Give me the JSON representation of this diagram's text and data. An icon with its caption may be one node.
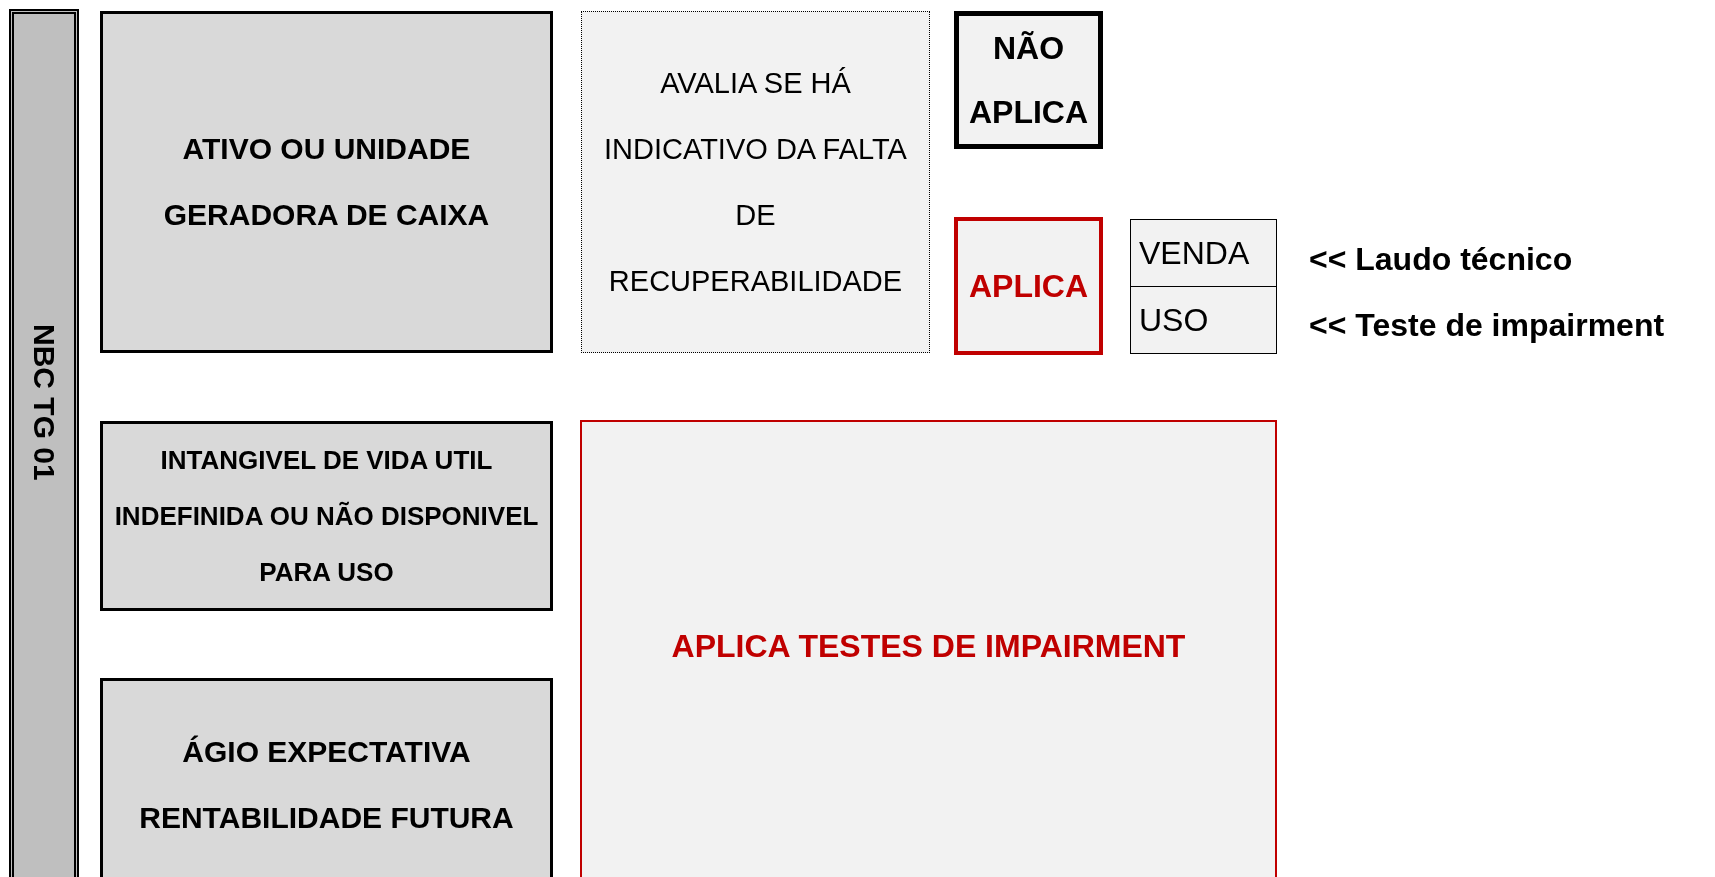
{
  "diagram": {
    "nodes": [
      {
        "text": [
          "NBC TG 01"
        ]
      },
      {
        "text": [
          "ATIVO OU UNIDADE GERADORA DE CAIXA"
        ]
      },
      {
        "text": [
          "AVALIA SE HÁ INDICATIVO DA FALTA DE RECUPERABILIDADE"
        ]
      },
      {
        "text": [
          "NÃO APLICA"
        ]
      },
      {
        "text": [
          "APLICA"
        ]
      },
      {
        "text": [
          "VENDA"
        ]
      },
      {
        "text": [
          "USO"
        ]
      },
      {
        "text": [
          "INTANGIVEL DE VIDA UTIL INDEFINIDA OU NÃO DISPONIVEL PARA USO"
        ]
      },
      {
        "text": [
          "ÁGIO EXPECTATIVA RENTABILIDADE FUTURA"
        ]
      },
      {
        "text": [
          "APLICA TESTES DE IMPAIRMENT"
        ]
      }
    ],
    "labels": [
      "<< Laudo técnico",
      "<< Teste de impairment"
    ]
  }
}
